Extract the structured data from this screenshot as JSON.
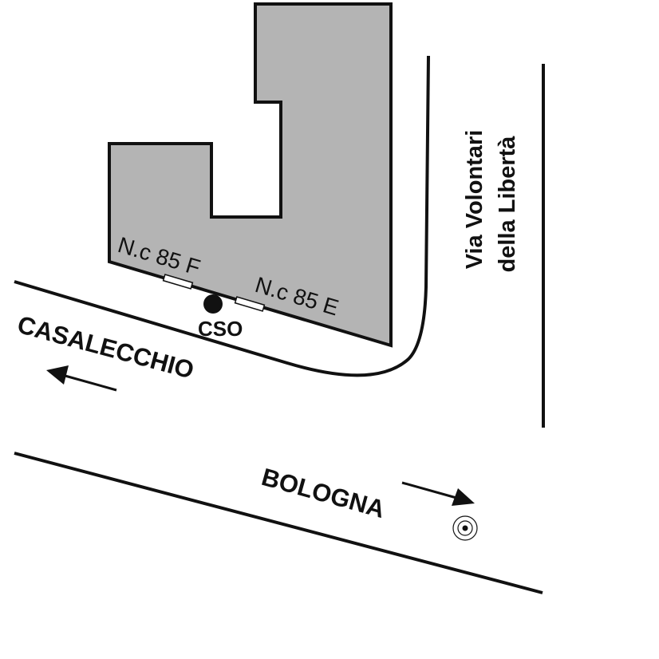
{
  "map": {
    "labels": {
      "house_number_f": "N.c 85 F",
      "house_number_e": "N.c 85 E",
      "cso": "CSO",
      "casalecchio": "CASALECCHIO",
      "bologna": "BOLOGNA",
      "street_line1": "Via Volontari",
      "street_line2": "della Libertà"
    },
    "colors": {
      "building": "#b4b4b4",
      "ink": "#111111",
      "background": "#ffffff"
    },
    "icons": [
      "arrow-left-icon",
      "arrow-right-icon",
      "target-marker-icon",
      "cso-point-icon"
    ]
  }
}
